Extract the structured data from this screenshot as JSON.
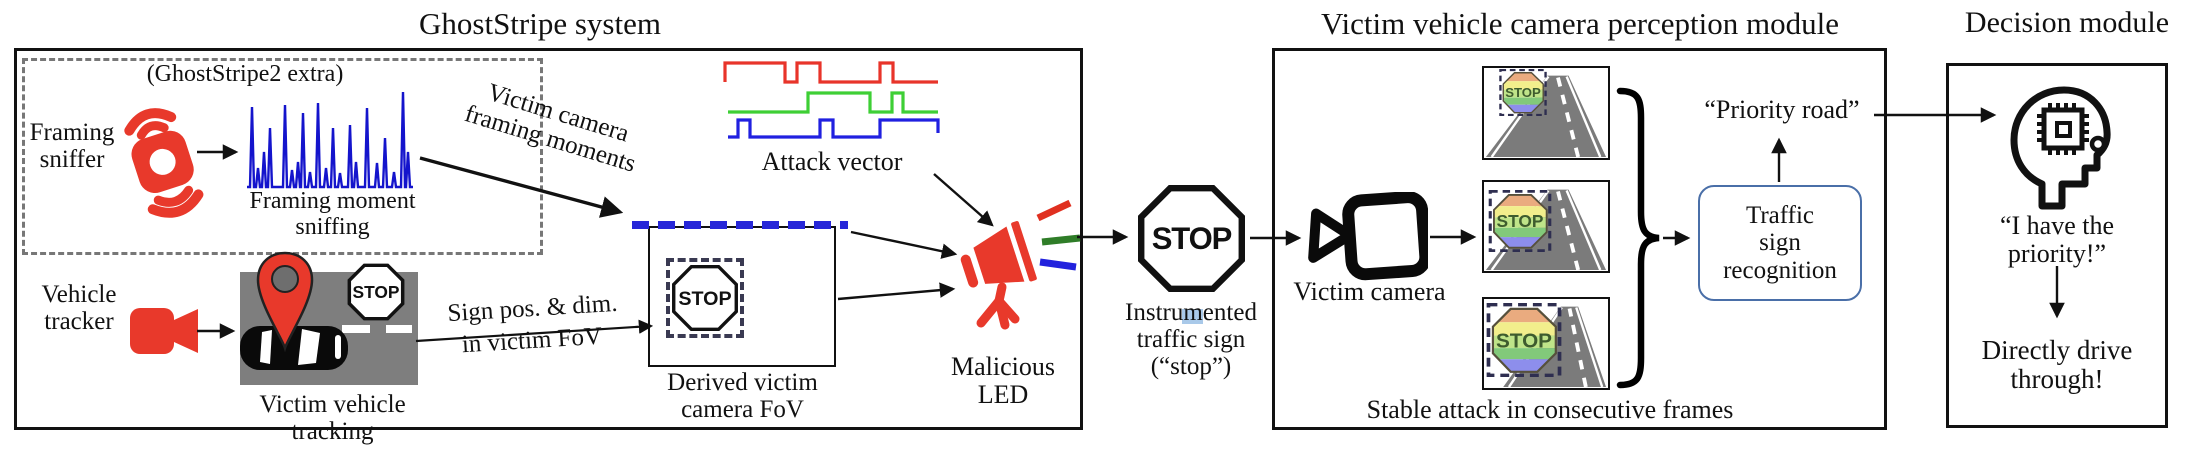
{
  "ghoststripe": {
    "title": "GhostStripe system",
    "extra": "(GhostStripe2 extra)",
    "framing_sniffer": {
      "line1": "Framing",
      "line2": "sniffer"
    },
    "framing_moment": {
      "line1": "Framing moment",
      "line2": "sniffing"
    },
    "framing_arrow": {
      "line1": "Victim camera",
      "line2": "framing moments"
    },
    "vehicle_tracker": {
      "line1": "Vehicle",
      "line2": "tracker"
    },
    "tracking_caption": "Victim vehicle tracking",
    "sign_pos": {
      "line1": "Sign pos. & dim.",
      "line2": "in victim FoV"
    },
    "derived_fov": {
      "line1": "Derived victim",
      "line2": "camera FoV"
    },
    "attack_vector": "Attack vector",
    "malicious_led": {
      "line1": "Malicious",
      "line2": "LED"
    },
    "stop": "STOP"
  },
  "instrumented": {
    "stop": "STOP",
    "line1": "Instrumented",
    "line2": "traffic sign",
    "line3": "(“stop”)"
  },
  "perception": {
    "title": "Victim vehicle camera perception module",
    "camera_label": "Victim camera",
    "sign_text": "STOP",
    "recognition": {
      "line1": "Traffic",
      "line2": "sign",
      "line3": "recognition"
    },
    "priority": "“Priority road”",
    "caption": "Stable attack in consecutive frames"
  },
  "decision": {
    "title": "Decision module",
    "quote": {
      "line1": "“I have the",
      "line2": "priority!”"
    },
    "action": {
      "line1": "Directly drive",
      "line2": "through!"
    }
  },
  "colors": {
    "icon_red": "#e8392b",
    "wave_red": "#e8342a",
    "wave_green": "#3ecf35",
    "wave_blue": "#2020e0",
    "spike_blue": "#1414cc",
    "dash_blue": "#2727d8",
    "road_gray": "#7e7e7e",
    "recognition_border": "#4a6fa8",
    "rainbow": [
      "#eaab7f",
      "#f2ee8c",
      "#bfe489",
      "#82c97a",
      "#8d8eec"
    ]
  }
}
